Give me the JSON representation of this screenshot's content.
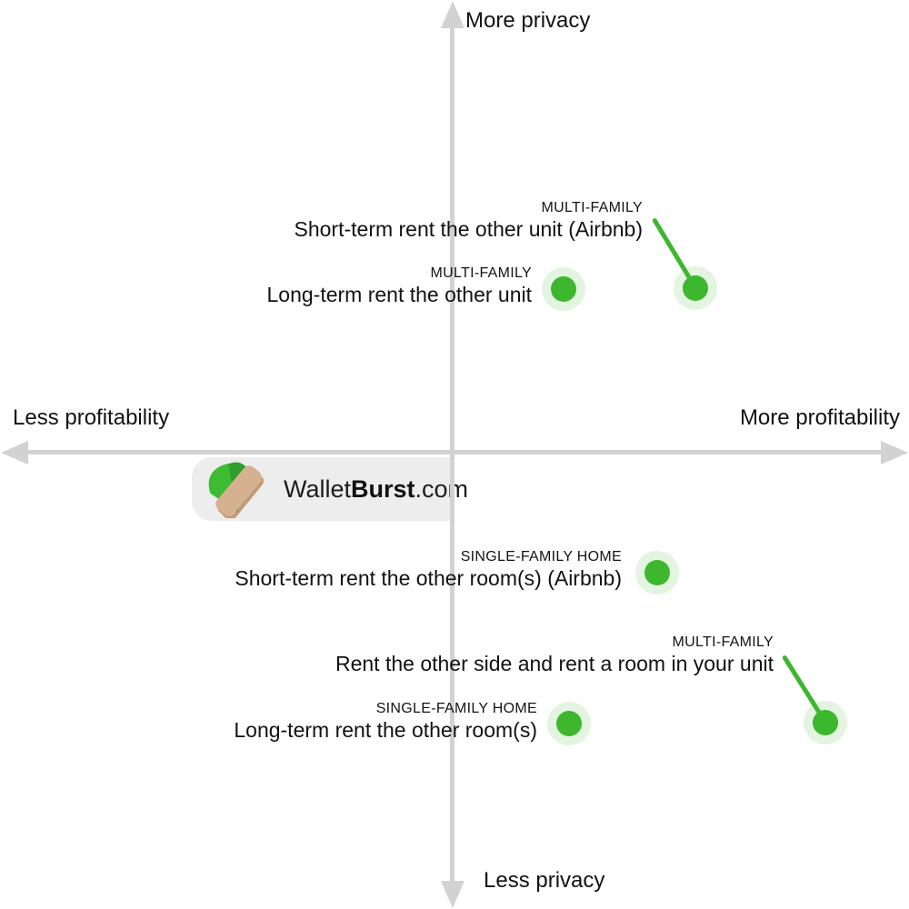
{
  "chart_data": {
    "type": "scatter",
    "title": "",
    "axes": {
      "y_positive": "More privacy",
      "y_negative": "Less privacy",
      "x_negative": "Less profitability",
      "x_positive": "More profitability"
    },
    "axis_range": {
      "x": [
        -1,
        1
      ],
      "y": [
        -1,
        1
      ]
    },
    "grid": false,
    "legend": "none",
    "marker_color": "#3cb72e",
    "points": [
      {
        "category": "MULTI-FAMILY",
        "label": "Short-term rent the other unit (Airbnb)",
        "profitability": 0.54,
        "privacy": 0.36,
        "callout_line": true
      },
      {
        "category": "MULTI-FAMILY",
        "label": "Long-term rent the other unit",
        "profitability": 0.25,
        "privacy": 0.36,
        "callout_line": false
      },
      {
        "category": "SINGLE-FAMILY HOME",
        "label": "Short-term rent the other room(s) (Airbnb)",
        "profitability": 0.45,
        "privacy": -0.27,
        "callout_line": false
      },
      {
        "category": "MULTI-FAMILY",
        "label": "Rent the other side and rent a room in your unit",
        "profitability": 0.82,
        "privacy": -0.6,
        "callout_line": true
      },
      {
        "category": "SINGLE-FAMILY HOME",
        "label": "Long-term rent the other room(s)",
        "profitability": 0.26,
        "privacy": -0.6,
        "callout_line": false
      }
    ]
  },
  "watermark": {
    "wallet": "Wallet",
    "burst": "Burst",
    "domain": ".com"
  },
  "colors": {
    "accent_green": "#3cb72e",
    "halo_green": "#e3f4e0",
    "axis_gray": "#d2d2d2",
    "badge_gray": "#ededed",
    "logo_tan": "#d5b191",
    "logo_tan_dark": "#c19a77",
    "logo_green_light": "#3dbb31",
    "logo_green_dark": "#2f9e2d",
    "text": "#121212"
  }
}
